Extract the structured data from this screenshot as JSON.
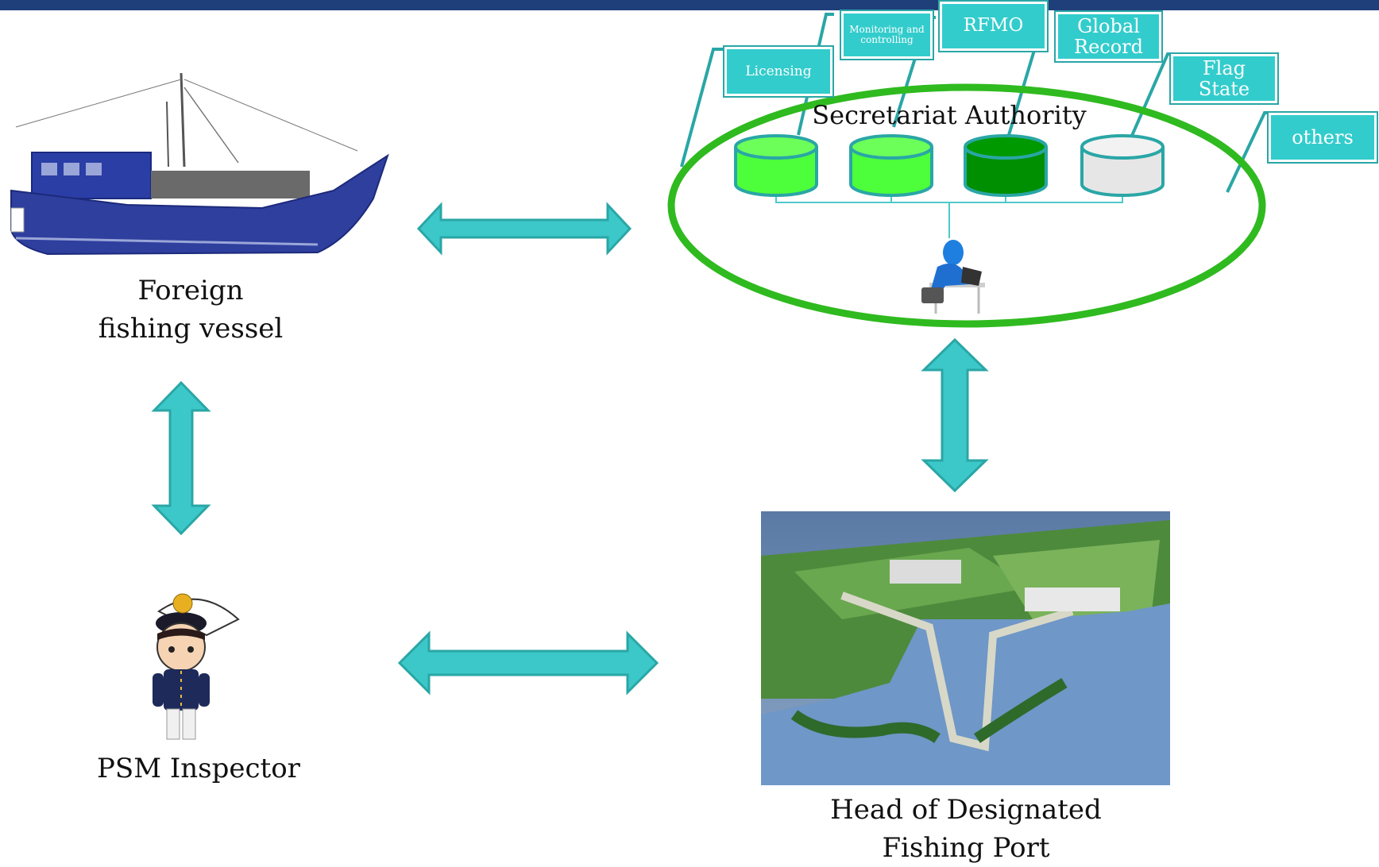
{
  "colors": {
    "accent": "#33cccc",
    "arrow": "#3cc8c8",
    "ellipse": "#2fba1f",
    "topbar": "#1f3f7a"
  },
  "nodes": {
    "vessel_label_1": "Foreign",
    "vessel_label_2": "fishing vessel",
    "inspector_label": "PSM Inspector",
    "port_label_1": "Head of Designated",
    "port_label_2": "Fishing Port",
    "secretariat_label": "Secretariat Authority"
  },
  "databases": {
    "licensing": "Licensing",
    "monitoring": "Monitoring and controlling",
    "rfmo": "RFMO",
    "global_record": "Global Record",
    "flag_state": "Flag State",
    "others": "others"
  },
  "icons": [
    "fishing-boat-icon",
    "inspector-character-icon",
    "port-aerial-image",
    "computer-user-icon",
    "database-icon"
  ]
}
